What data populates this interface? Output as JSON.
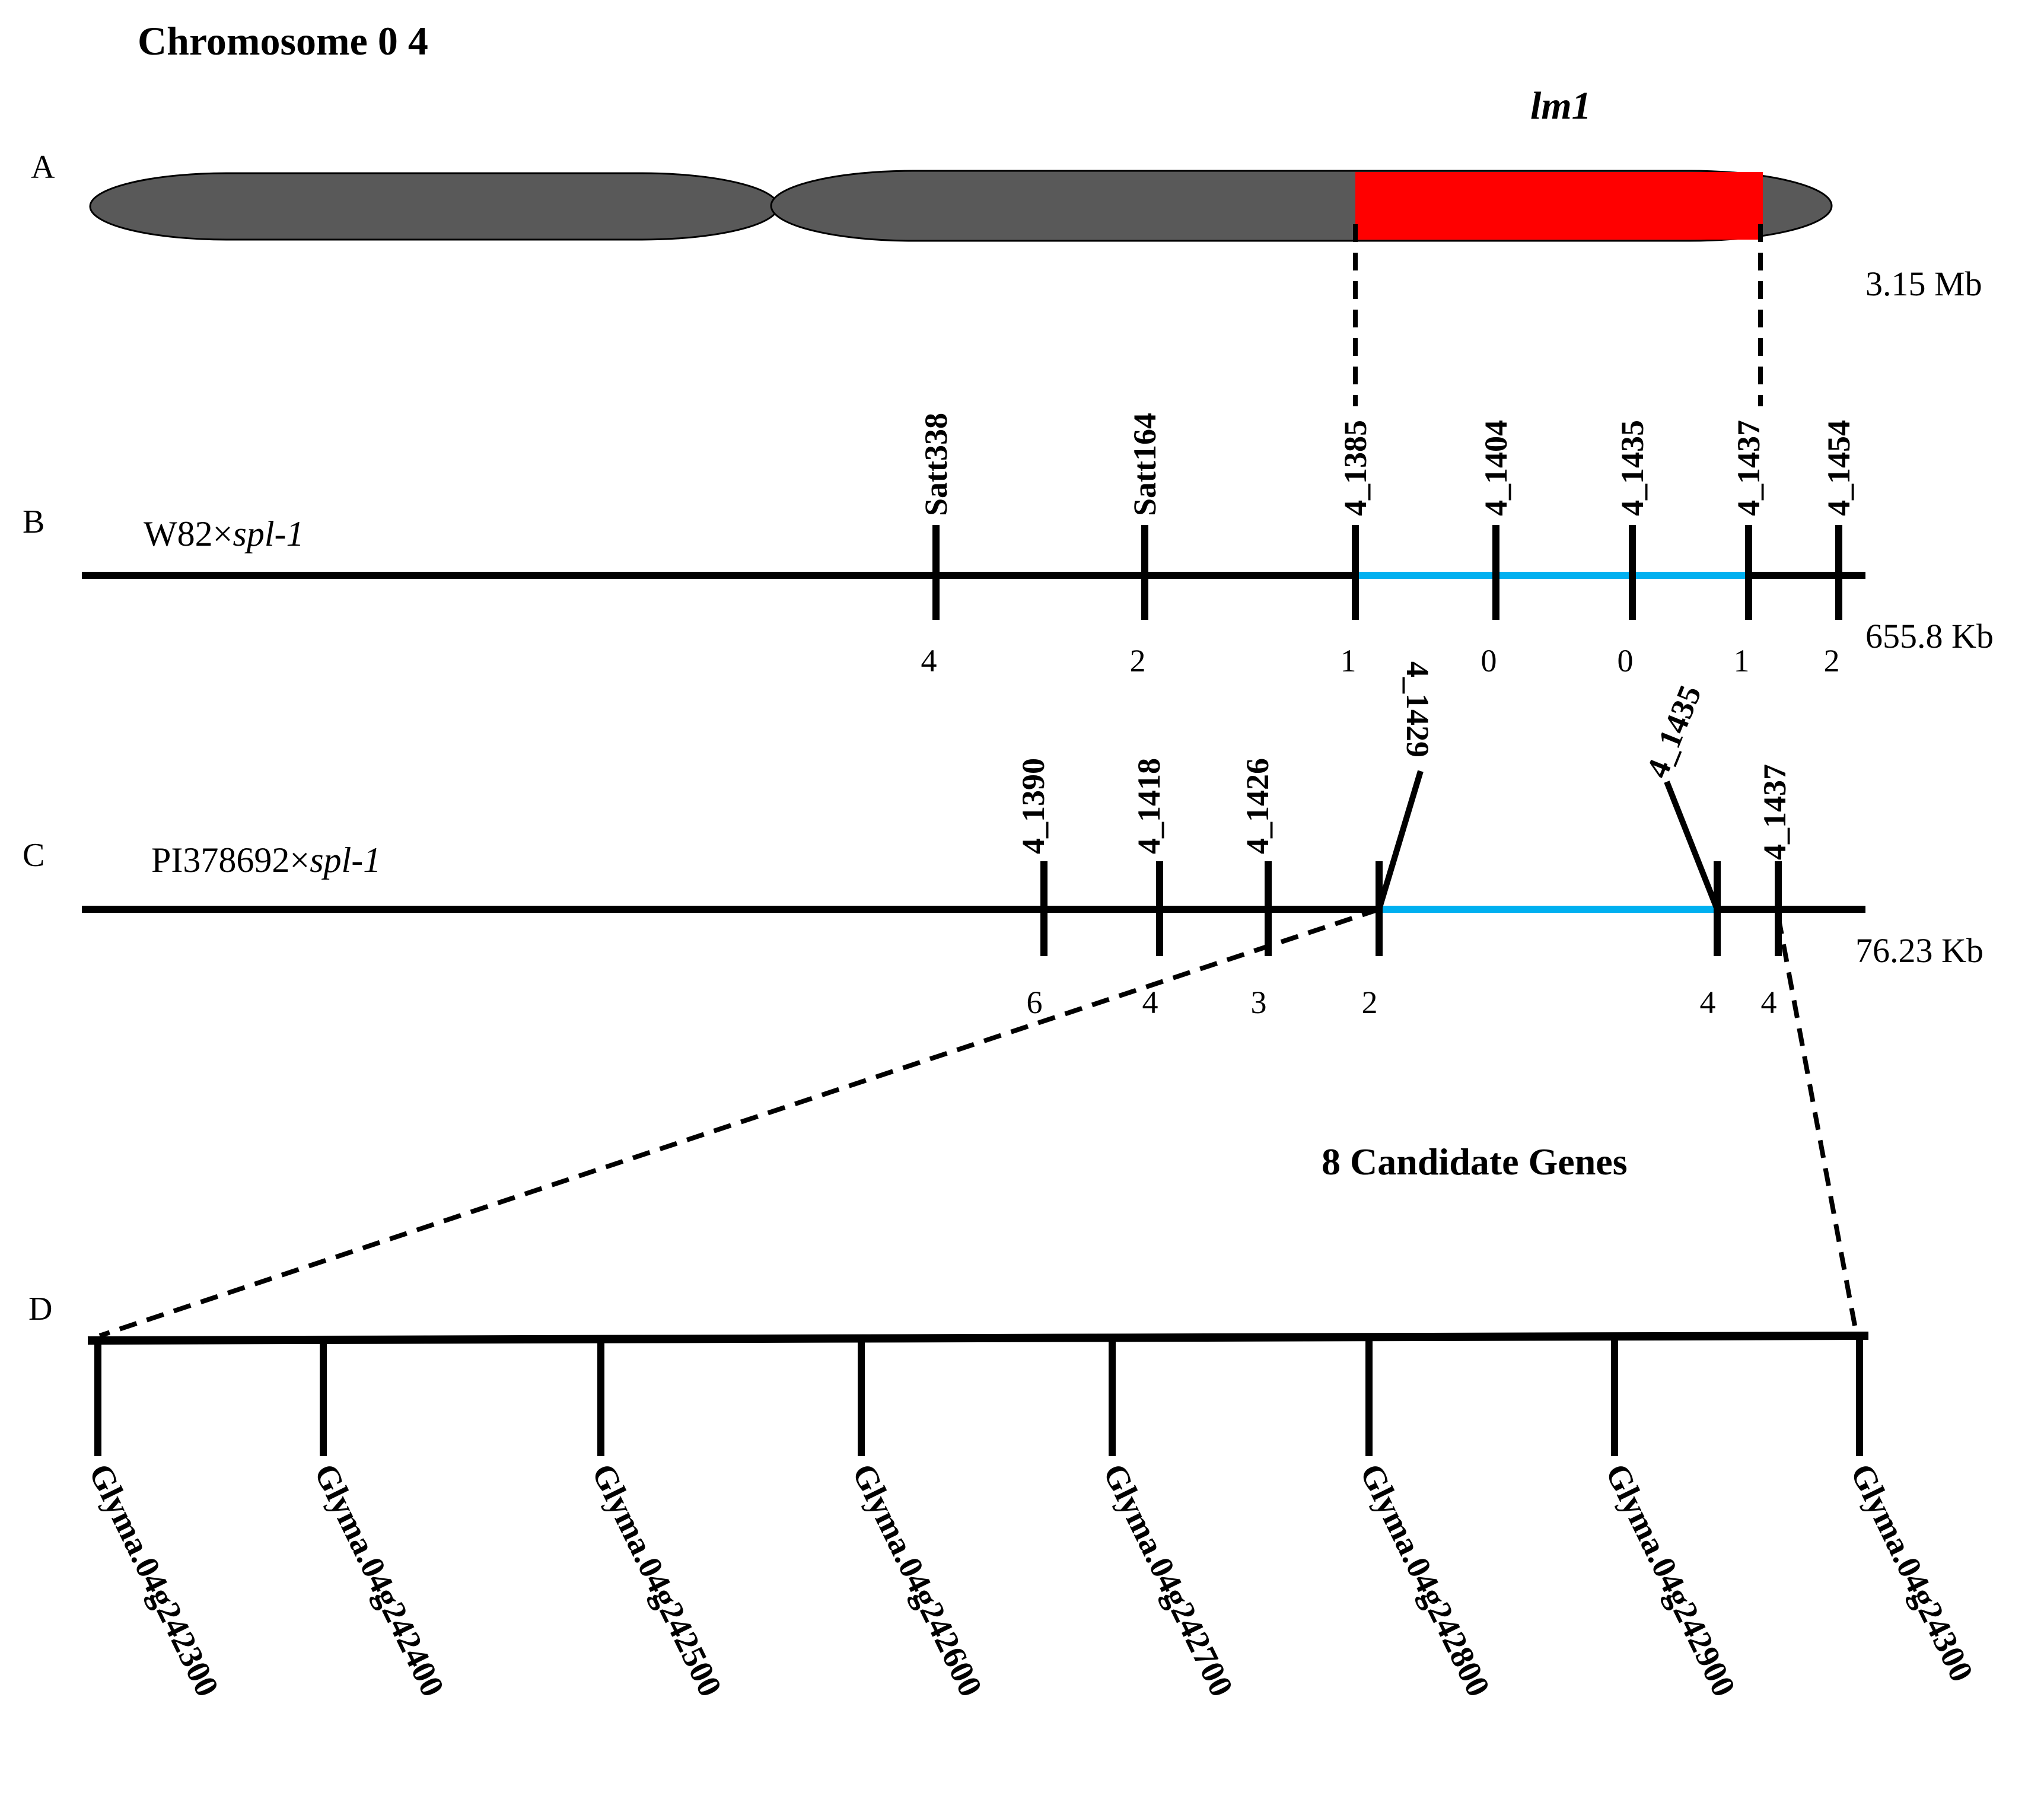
{
  "title": "Chromosome 0 4",
  "panel_a": {
    "letter": "A",
    "locus": "lm1",
    "size": "3.15 Mb",
    "colors": {
      "chromosome": "#595959",
      "interval": "#ff0000"
    }
  },
  "panel_b": {
    "letter": "B",
    "cross_prefix": "W82×",
    "cross_italic": "spl-1",
    "size": "655.8 Kb",
    "interval_color": "#00b0f0",
    "markers": [
      "Satt338",
      "Satt164",
      "4_1385",
      "4_1404",
      "4_1435",
      "4_1437",
      "4_1454"
    ],
    "recombinants": [
      "4",
      "2",
      "1",
      "0",
      "0",
      "1",
      "2"
    ]
  },
  "panel_c": {
    "letter": "C",
    "cross_prefix": "PI378692×",
    "cross_italic": "spl-1",
    "size": "76.23 Kb",
    "interval_color": "#00b0f0",
    "markers": [
      "4_1390",
      "4_1418",
      "4_1426",
      "4_1429",
      "4_1435",
      "4_1437"
    ],
    "recombinants": [
      "6",
      "4",
      "3",
      "2",
      "4",
      "4"
    ]
  },
  "panel_d": {
    "letter": "D",
    "heading": "8 Candidate Genes",
    "genes": [
      "Glyma.04g242300",
      "Glyma.04g242400",
      "Glyma.04g242500",
      "Glyma.04g242600",
      "Glyma.04g242700",
      "Glyma.04g242800",
      "Glyma.04g242900",
      "Glyma.04g24300"
    ]
  }
}
